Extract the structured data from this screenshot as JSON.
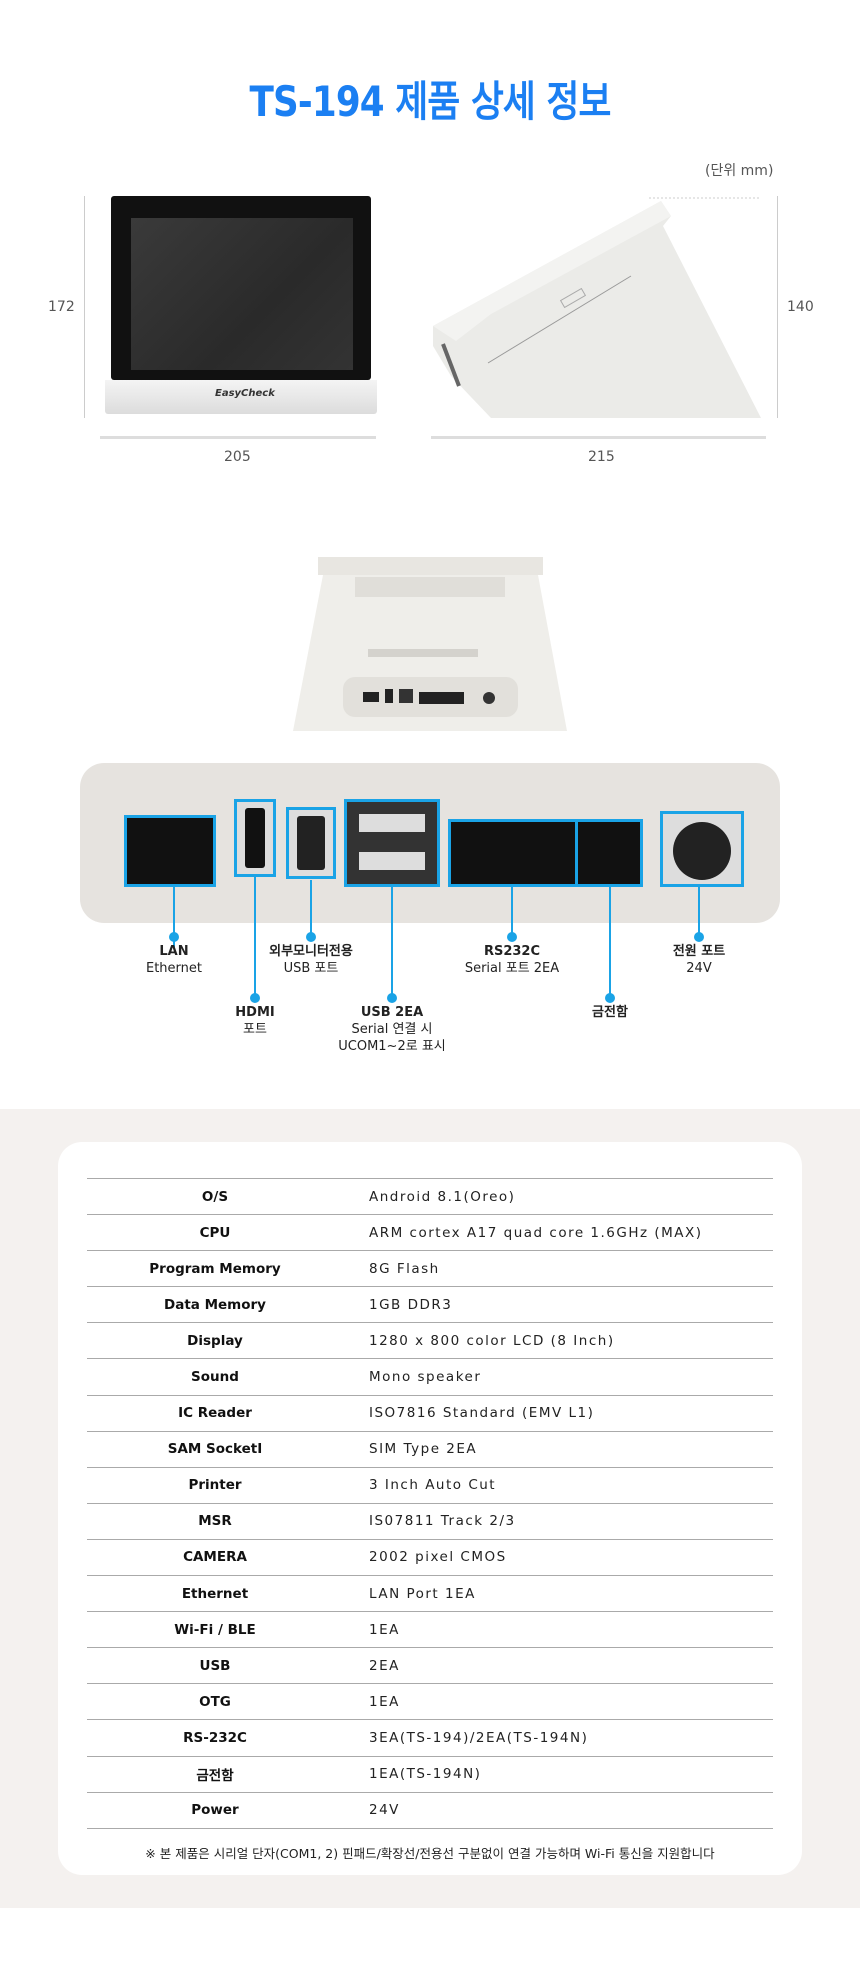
{
  "title": "TS-194 제품 상세 정보",
  "dimensions": {
    "unit": "(단위 mm)",
    "front_height": "172",
    "front_width": "205",
    "side_height": "140",
    "side_depth": "215",
    "front_logo": "EasyCheck"
  },
  "ports": [
    {
      "title": "LAN",
      "sub": "Ethernet"
    },
    {
      "title": "HDMI",
      "sub": "포트"
    },
    {
      "title": "외부모니터전용",
      "sub": "USB 포트"
    },
    {
      "title": "USB 2EA",
      "sub": "Serial 연결 시",
      "sub2": "UCOM1~2로 표시"
    },
    {
      "title": "RS232C",
      "sub": "Serial 포트 2EA"
    },
    {
      "title": "금전함"
    },
    {
      "title": "전원 포트",
      "sub": "24V"
    }
  ],
  "colors": {
    "accent": "#1b7ff2",
    "port_highlight": "#1aa3e6"
  },
  "specs": [
    {
      "label": "O/S",
      "value": "Android 8.1(Oreo)"
    },
    {
      "label": "CPU",
      "value": "ARM cortex A17 quad core 1.6GHz (MAX)"
    },
    {
      "label": "Program Memory",
      "value": "8G Flash"
    },
    {
      "label": "Data Memory",
      "value": "1GB DDR3"
    },
    {
      "label": "Display",
      "value": "1280 x 800 color LCD (8 Inch)"
    },
    {
      "label": "Sound",
      "value": "Mono speaker"
    },
    {
      "label": "IC Reader",
      "value": "ISO7816 Standard (EMV L1)"
    },
    {
      "label": "SAM SocketI",
      "value": "SIM Type 2EA"
    },
    {
      "label": "Printer",
      "value": "3 Inch Auto Cut"
    },
    {
      "label": "MSR",
      "value": "IS07811 Track 2/3"
    },
    {
      "label": "CAMERA",
      "value": "2002 pixel CMOS"
    },
    {
      "label": "Ethernet",
      "value": "LAN Port 1EA"
    },
    {
      "label": "Wi-Fi / BLE",
      "value": "1EA"
    },
    {
      "label": "USB",
      "value": "2EA"
    },
    {
      "label": "OTG",
      "value": "1EA"
    },
    {
      "label": "RS-232C",
      "value": "3EA(TS-194)/2EA(TS-194N)"
    },
    {
      "label": "금전함",
      "value": "1EA(TS-194N)"
    },
    {
      "label": "Power",
      "value": "24V"
    }
  ],
  "note": "※ 본 제품은 시리얼 단자(COM1, 2) 핀패드/확장선/전용선 구분없이 연결 가능하며 Wi-Fi 통신을 지원합니다"
}
